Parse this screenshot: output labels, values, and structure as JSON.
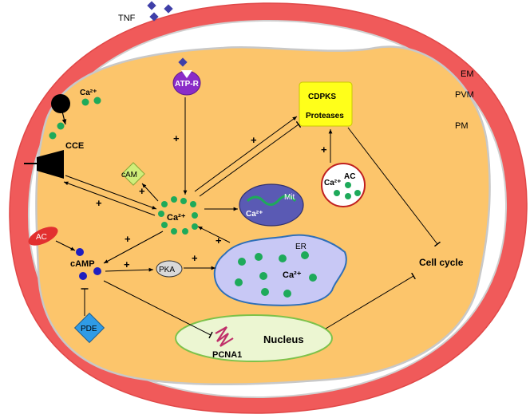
{
  "diagram": {
    "labels": {
      "tnf": "TNF",
      "em": "EM",
      "pvm": "PVM",
      "pm": "PM",
      "atp_r": "ATP-R",
      "ca_channel_ion": "Ca²⁺",
      "cce": "CCE",
      "cam": "cAM",
      "ca_central": "Ca²⁺",
      "mit": "Mit",
      "mit_ca": "Ca²⁺",
      "er": "ER",
      "er_ca": "Ca²⁺",
      "ac_membrane": "AC",
      "camp": "cAMP",
      "pka": "PKA",
      "pde": "PDE",
      "cdpks": "CDPKS",
      "proteases": "Proteases",
      "vesicle_ca": "Ca²⁺",
      "vesicle_ac": "AC",
      "cell_cycle": "Cell cycle",
      "nucleus": "Nucleus",
      "pcna1": "PCNA1"
    },
    "signs": {
      "atp_to_ca": "+",
      "ca_to_cdpks": "+",
      "ca_to_cam": "+",
      "cce_to_ca": "+",
      "ca_to_camp": "+",
      "camp_to_pka": "+",
      "pka_to_er": "+",
      "er_to_ca": "+",
      "vesicle_to_cdpks": "+"
    },
    "colors": {
      "host_membrane": "#f05a5a",
      "cytoplasm": "#fcc56b",
      "calcium": "#1eaa5a",
      "camp": "#1f1fbf",
      "er": "#c8c8f5",
      "mitochondrion": "#5a5ab4",
      "cdpks_box": "#ffff1a",
      "receptor": "#8a2cc8",
      "pde": "#2f9be6",
      "cam": "#cfee7a",
      "nucleus": "#ecf6d2"
    }
  }
}
